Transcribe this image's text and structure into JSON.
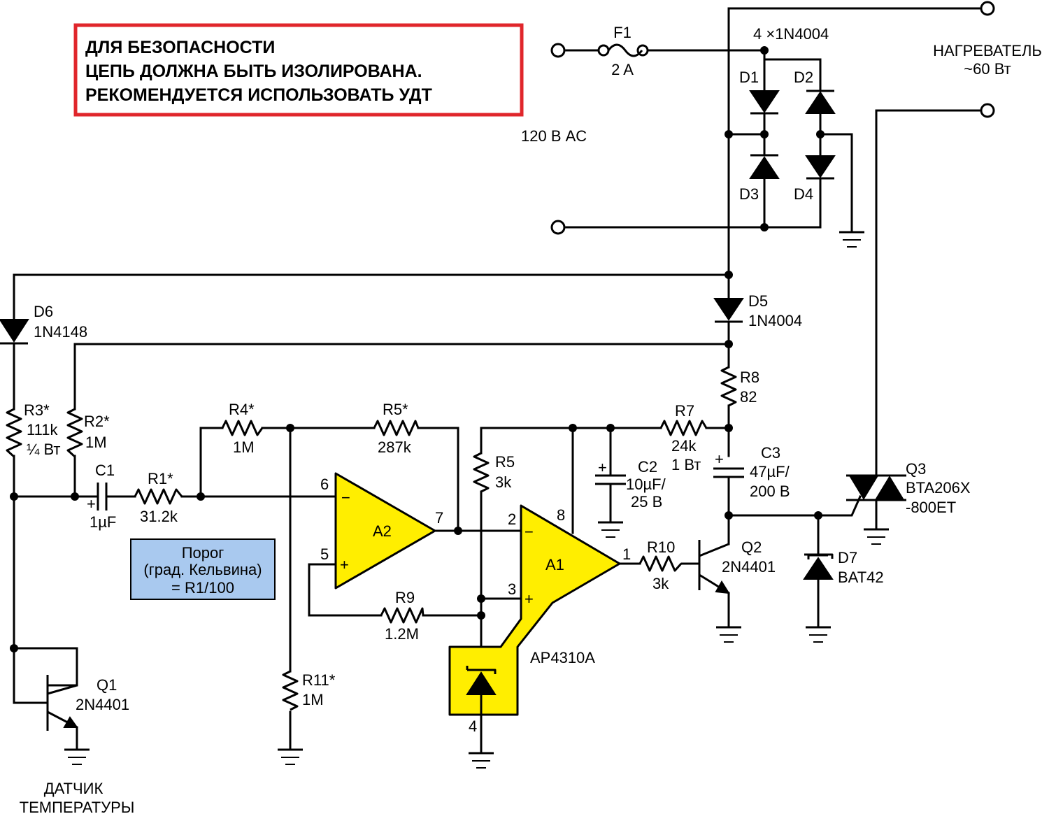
{
  "warning": {
    "line1": "ДЛЯ БЕЗОПАСНОСТИ",
    "line2": "ЦЕПЬ ДОЛЖНА БЫТЬ ИЗОЛИРОВАНА.",
    "line3": "РЕКОМЕНДУЕТСЯ ИСПОЛЬЗОВАТЬ УДТ",
    "border_color": "#e0262b"
  },
  "note": {
    "line1": "Порог",
    "line2": "(град. Кельвина)",
    "line3": "= R1/100",
    "fill_color": "#a9c9ef"
  },
  "supply": {
    "label": "120 В AC"
  },
  "fuse": {
    "name": "F1",
    "value": "2 A"
  },
  "bridge": {
    "label": "4 ×1N4004",
    "d1": "D1",
    "d2": "D2",
    "d3": "D3",
    "d4": "D4"
  },
  "heater": {
    "line1": "НАГРЕВАТЕЛЬ",
    "line2": "~60 Вт"
  },
  "d5": {
    "name": "D5",
    "value": "1N4004"
  },
  "d6": {
    "name": "D6",
    "value": "1N4148"
  },
  "d7": {
    "name": "D7",
    "value": "BAT42"
  },
  "r1": {
    "name": "R1*",
    "value": "31.2k"
  },
  "r2": {
    "name": "R2*",
    "value": "1M"
  },
  "r3": {
    "name": "R3*",
    "value": "111k",
    "power": "¼ Вт"
  },
  "r4": {
    "name": "R4*",
    "value": "1M"
  },
  "r5star": {
    "name": "R5*",
    "value": "287k"
  },
  "r5": {
    "name": "R5",
    "value": "3k"
  },
  "r7": {
    "name": "R7",
    "value": "24k",
    "power": "1 Вт"
  },
  "r8": {
    "name": "R8",
    "value": "82"
  },
  "r9": {
    "name": "R9",
    "value": "1.2M"
  },
  "r10": {
    "name": "R10",
    "value": "3k"
  },
  "r11": {
    "name": "R11*",
    "value": "1M"
  },
  "c1": {
    "name": "C1",
    "value": "1µF"
  },
  "c2": {
    "name": "C2",
    "value": "10µF/",
    "voltage": "25 В"
  },
  "c3": {
    "name": "C3",
    "value": "47µF/",
    "voltage": "200 В"
  },
  "q1": {
    "name": "Q1",
    "value": "2N4401"
  },
  "q2": {
    "name": "Q2",
    "value": "2N4401"
  },
  "q3": {
    "name": "Q3",
    "value": "BTA206X",
    "value2": "-800ET"
  },
  "a1": {
    "name": "A1",
    "pin1": "1",
    "pin2": "2",
    "pin3": "3",
    "pin8": "8",
    "pin4": "4"
  },
  "a2": {
    "name": "A2",
    "pin5": "5",
    "pin6": "6",
    "pin7": "7"
  },
  "ic": {
    "name": "AP4310A",
    "fill_color": "#ffee00"
  },
  "sensor": {
    "line1": "ДАТЧИК",
    "line2": "ТЕМПЕРАТУРЫ"
  },
  "signs": {
    "minus": "−",
    "plus": "+"
  }
}
